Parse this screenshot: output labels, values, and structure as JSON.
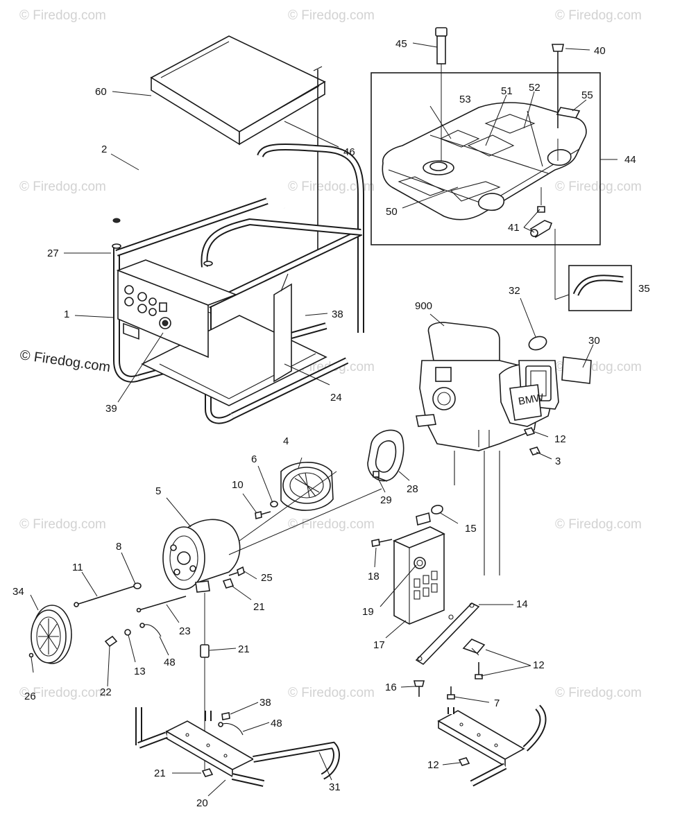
{
  "watermark": {
    "text": "© Firedog.com"
  },
  "callouts": {
    "c1": "1",
    "c2": "2",
    "c3": "3",
    "c4": "4",
    "c5": "5",
    "c6": "6",
    "c7": "7",
    "c8": "8",
    "c10": "10",
    "c11": "11",
    "c12a": "12",
    "c12b": "12",
    "c12c": "12",
    "c13": "13",
    "c14": "14",
    "c15": "15",
    "c16": "16",
    "c17": "17",
    "c18": "18",
    "c19": "19",
    "c20": "20",
    "c21a": "21",
    "c21b": "21",
    "c21c": "21",
    "c22": "22",
    "c23": "23",
    "c24": "24",
    "c25": "25",
    "c26": "26",
    "c27": "27",
    "c28": "28",
    "c29": "29",
    "c30": "30",
    "c31": "31",
    "c32": "32",
    "c34": "34",
    "c35": "35",
    "c38a": "38",
    "c38b": "38",
    "c39": "39",
    "c40": "40",
    "c41": "41",
    "c44": "44",
    "c45": "45",
    "c46": "46",
    "c48a": "48",
    "c48b": "48",
    "c50": "50",
    "c51": "51",
    "c52": "52",
    "c53": "53",
    "c55": "55",
    "c60": "60",
    "c900": "900"
  },
  "labels": {
    "engine_badge": "BMW"
  }
}
